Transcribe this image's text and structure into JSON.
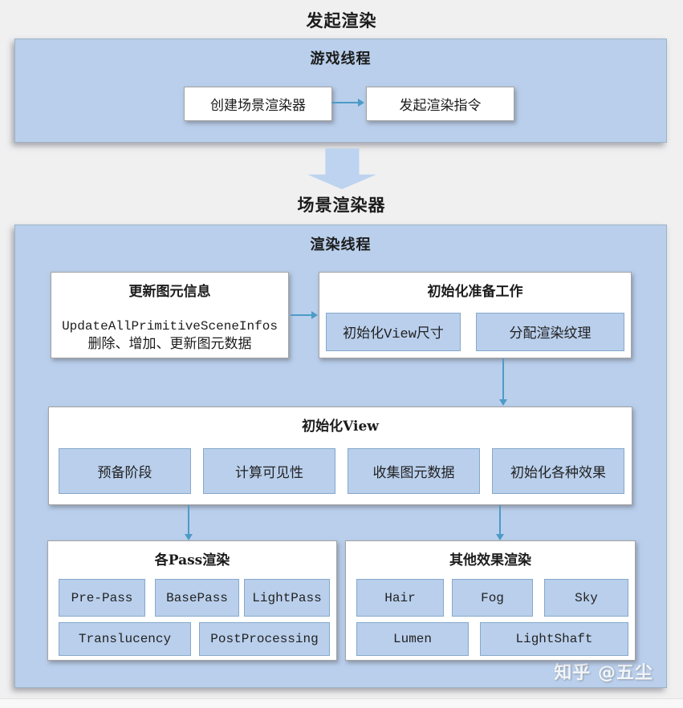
{
  "page": {
    "title": "发起渲染",
    "scene_renderer_title": "场景渲染器",
    "watermark": "知乎 @五尘"
  },
  "game_thread": {
    "label": "游戏线程",
    "nodes": [
      {
        "label": "创建场景渲染器"
      },
      {
        "label": "发起渲染指令"
      }
    ]
  },
  "render_thread": {
    "label": "渲染线程",
    "update_primitives": {
      "title": "更新图元信息",
      "line1": "UpdateAllPrimitiveSceneInfos",
      "line2": "删除、增加、更新图元数据"
    },
    "init_prep": {
      "title": "初始化准备工作",
      "items": [
        "初始化View尺寸",
        "分配渲染纹理"
      ]
    },
    "init_view": {
      "title": "初始化View",
      "items": [
        "预备阶段",
        "计算可见性",
        "收集图元数据",
        "初始化各种效果"
      ]
    },
    "pass_render": {
      "title": "各Pass渲染",
      "row1": [
        "Pre-Pass",
        "BasePass",
        "LightPass"
      ],
      "row2": [
        "Translucency",
        "PostProcessing"
      ]
    },
    "other_render": {
      "title": "其他效果渲染",
      "row1": [
        "Hair",
        "Fog",
        "Sky"
      ],
      "row2": [
        "Lumen",
        "LightShaft"
      ]
    }
  },
  "colors": {
    "panel_blue": "#b9cfec",
    "chip_border": "#84a9cc",
    "arrow": "#4d9bc7",
    "background": "#f0f0f1"
  }
}
